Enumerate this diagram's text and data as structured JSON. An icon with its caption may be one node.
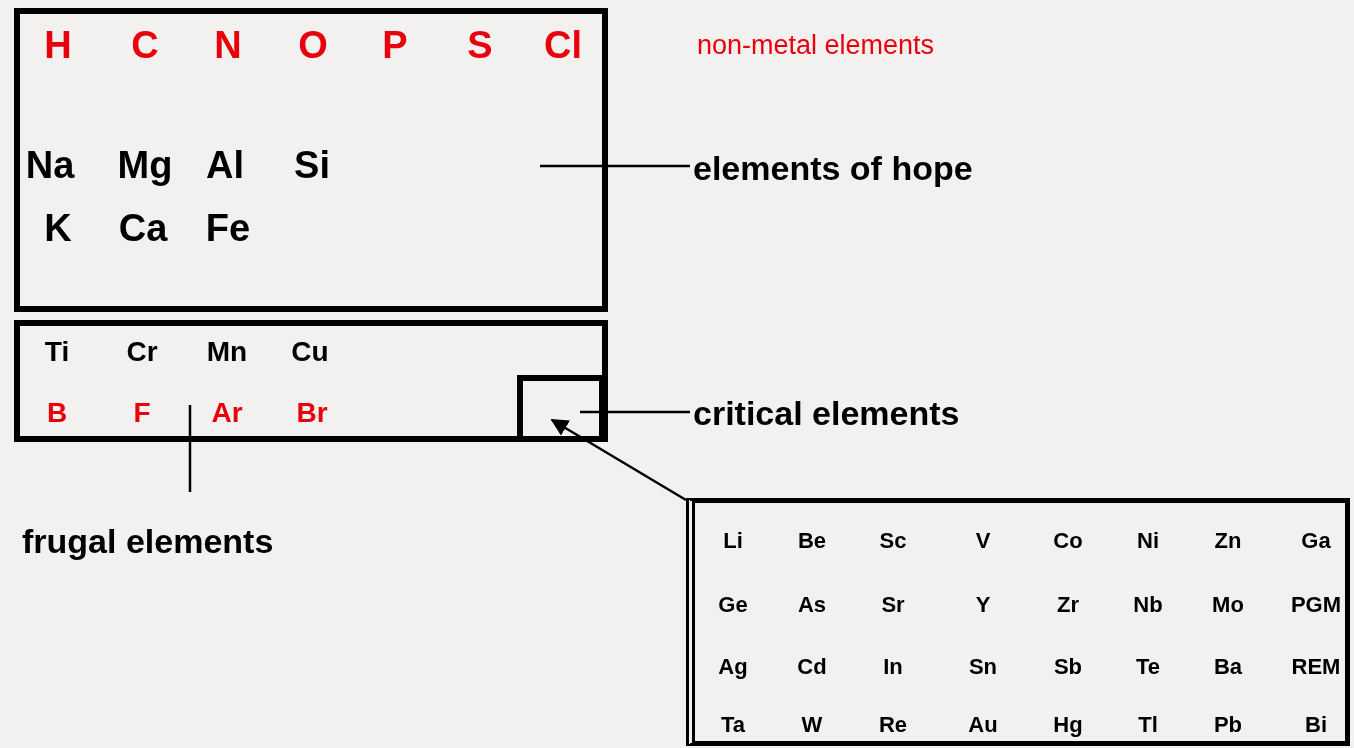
{
  "diagram": {
    "nodes": [
      {
        "text": [
          "H",
          "C",
          "N",
          "O",
          "P",
          "S",
          "Cl",
          "Na",
          "Mg",
          "Al",
          "Si",
          "K",
          "Ca",
          "Fe"
        ]
      },
      {
        "text": [
          "Ti",
          "Cr",
          "Mn",
          "Cu",
          "B",
          "F",
          "Ar",
          "Br"
        ]
      },
      {
        "text": [],
        "shape": "box",
        "in": 1
      },
      {
        "text": [
          "elements of hope"
        ]
      },
      {
        "text": [
          "frugal elements"
        ]
      },
      {
        "text": [
          "critical elements"
        ]
      },
      {
        "text": [
          "Li",
          "Be",
          "Sc",
          "V",
          "Co",
          "Ni",
          "Zn",
          "Ga",
          "Ge",
          "As",
          "Sr",
          "Y",
          "Zr",
          "Nb",
          "Mo",
          "PGM",
          "Ag",
          "Cd",
          "In",
          "Sn",
          "Sb",
          "Te",
          "Ba",
          "REM",
          "Ta",
          "W",
          "Re",
          "Au",
          "Hg",
          "Tl",
          "Pb",
          "Bi"
        ]
      }
    ],
    "edges": [
      {
        "from": 3,
        "to": 0,
        "arrow": "none"
      },
      {
        "from": 4,
        "to": 1,
        "arrow": "none"
      },
      {
        "from": 5,
        "to": 2,
        "arrow": "none"
      },
      {
        "from": 6,
        "to": 2,
        "arrow": "to"
      }
    ],
    "labels": [
      "non-metal elements"
    ]
  }
}
